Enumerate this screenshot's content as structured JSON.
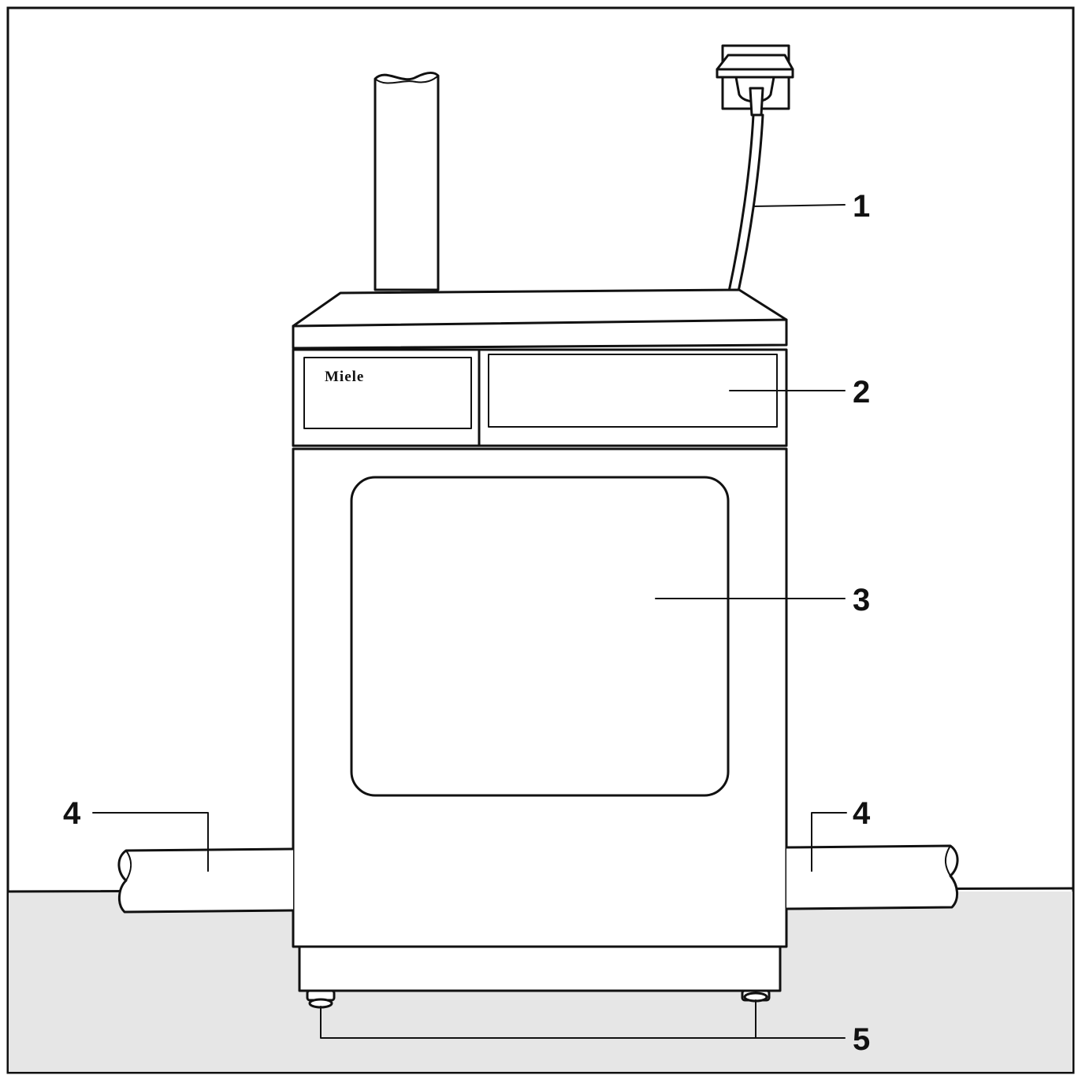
{
  "brand_logo": "Miele",
  "callouts": [
    {
      "number": "1",
      "target": "power-cord-plug"
    },
    {
      "number": "2",
      "target": "control-panel"
    },
    {
      "number": "3",
      "target": "door"
    },
    {
      "number": "4",
      "target": "pipe-left"
    },
    {
      "number": "4",
      "target": "pipe-right"
    },
    {
      "number": "5",
      "target": "adjustable-feet"
    }
  ],
  "colors": {
    "floor": "#e6e6e6",
    "line": "#111111",
    "background": "#ffffff"
  }
}
